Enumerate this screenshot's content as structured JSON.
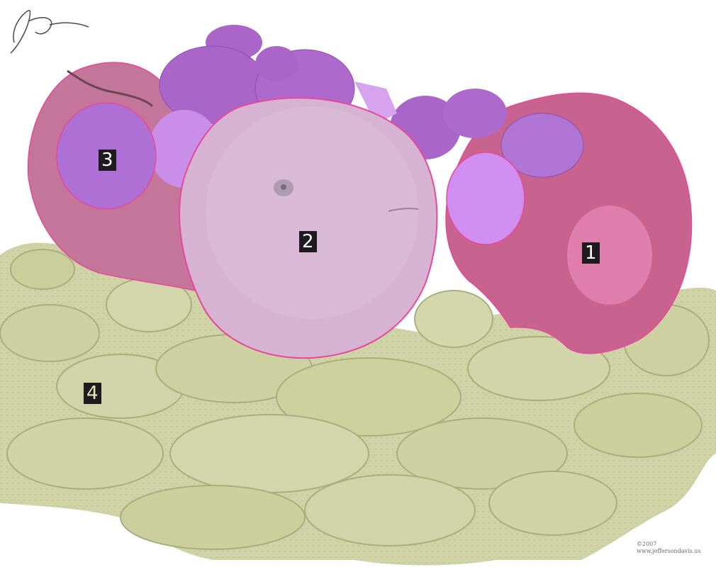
{
  "scene": {
    "description_free": true,
    "colors": {
      "peanuts": "#cfd3a6",
      "apple": "#c86a92",
      "orange": "#d9b6d4",
      "grapes": "#b57ad6",
      "outline": "#e8489a",
      "label_bg": "#1f1a1f"
    }
  },
  "labels": [
    {
      "id": "1",
      "text": "1"
    },
    {
      "id": "2",
      "text": "2"
    },
    {
      "id": "3",
      "text": "3"
    },
    {
      "id": "4",
      "text": "4"
    }
  ],
  "signature": {
    "year": "©2007",
    "site": "www.jeffersondavis.us"
  }
}
